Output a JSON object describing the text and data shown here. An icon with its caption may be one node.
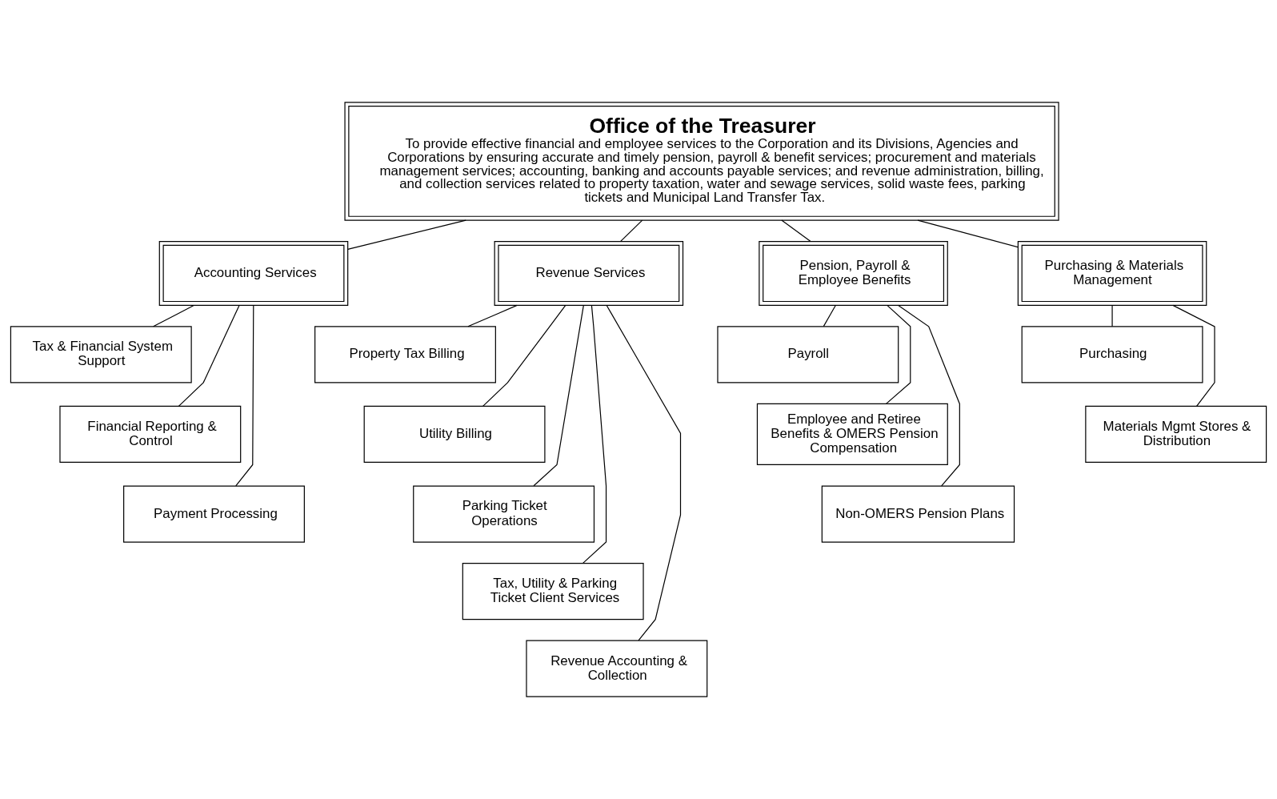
{
  "diagram": {
    "nodes": [
      {
        "text": [
          "Office of the Treasurer",
          "To provide effective financial and employee services to the Corporation and its Divisions, Agencies and Corporations by ensuring accurate and timely pension, payroll & benefit services; procurement and materials management services; accounting, banking and accounts payable services; and revenue administration, billing, and collection services related to property taxation, water and sewage services, solid waste fees, parking tickets and Municipal Land Transfer Tax."
        ]
      },
      {
        "text": [
          "Accounting Services"
        ]
      },
      {
        "text": [
          "Tax & Financial System Support"
        ]
      },
      {
        "text": [
          "Financial Reporting & Control"
        ]
      },
      {
        "text": [
          "Payment Processing"
        ]
      },
      {
        "text": [
          "Revenue Services"
        ]
      },
      {
        "text": [
          "Property Tax Billing"
        ]
      },
      {
        "text": [
          "Utility Billing"
        ]
      },
      {
        "text": [
          "Parking Ticket Operations"
        ]
      },
      {
        "text": [
          "Tax, Utility & Parking Ticket Client Services"
        ]
      },
      {
        "text": [
          "Revenue Accounting & Collection"
        ]
      },
      {
        "text": [
          "Pension, Payroll & Employee Benefits"
        ]
      },
      {
        "text": [
          "Payroll"
        ]
      },
      {
        "text": [
          "Employee and Retiree Benefits & OMERS Pension Compensation"
        ]
      },
      {
        "text": [
          "Non-OMERS Pension Plans"
        ]
      },
      {
        "text": [
          "Purchasing & Materials Management"
        ]
      },
      {
        "text": [
          "Purchasing"
        ]
      },
      {
        "text": [
          "Materials Mgmt Stores & Distribution"
        ]
      }
    ],
    "edges": [
      {
        "from": 0,
        "to": 1,
        "arrow": "none"
      },
      {
        "from": 0,
        "to": 5,
        "arrow": "none"
      },
      {
        "from": 0,
        "to": 11,
        "arrow": "none"
      },
      {
        "from": 0,
        "to": 15,
        "arrow": "none"
      },
      {
        "from": 1,
        "to": 2,
        "arrow": "none"
      },
      {
        "from": 1,
        "to": 3,
        "arrow": "none"
      },
      {
        "from": 1,
        "to": 4,
        "arrow": "none"
      },
      {
        "from": 5,
        "to": 6,
        "arrow": "none"
      },
      {
        "from": 5,
        "to": 7,
        "arrow": "none"
      },
      {
        "from": 5,
        "to": 8,
        "arrow": "none"
      },
      {
        "from": 5,
        "to": 9,
        "arrow": "none"
      },
      {
        "from": 5,
        "to": 10,
        "arrow": "none"
      },
      {
        "from": 11,
        "to": 12,
        "arrow": "none"
      },
      {
        "from": 11,
        "to": 13,
        "arrow": "none"
      },
      {
        "from": 11,
        "to": 14,
        "arrow": "none"
      },
      {
        "from": 15,
        "to": 16,
        "arrow": "none"
      },
      {
        "from": 15,
        "to": 17,
        "arrow": "none"
      }
    ]
  }
}
